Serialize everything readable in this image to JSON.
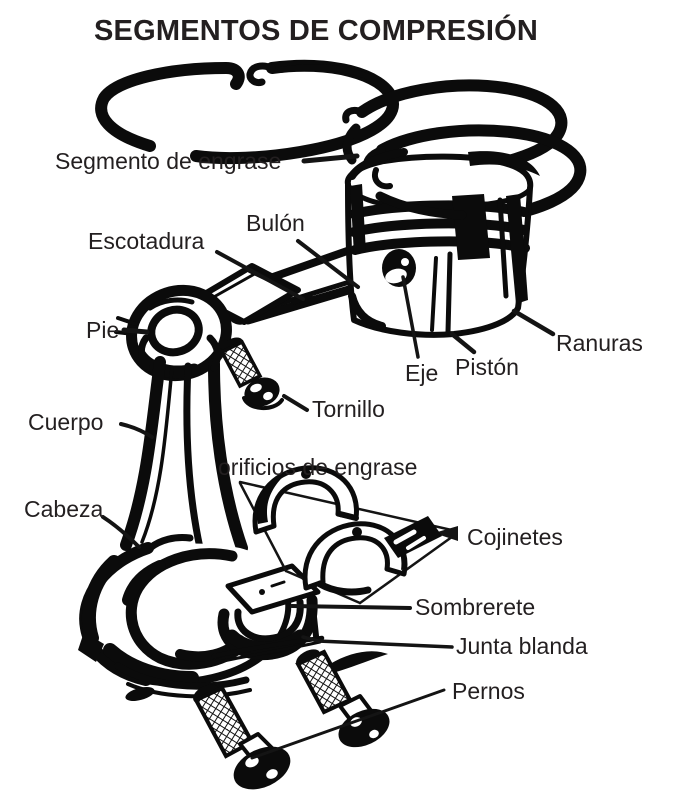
{
  "title": "SEGMENTOS DE COMPRESIÓN",
  "labels": {
    "segmento_engrase": "Segmento de engrase",
    "bulon": "Bulón",
    "escotadura": "Escotadura",
    "pie": "Pie",
    "eje": "Eje",
    "piston": "Pistón",
    "ranuras": "Ranuras",
    "tornillo": "Tornillo",
    "cuerpo": "Cuerpo",
    "orificios_engrase": "orificios de engrase",
    "cabeza": "Cabeza",
    "cojinetes": "Cojinetes",
    "sombrerete": "Sombrerete",
    "junta_blanda": "Junta blanda",
    "pernos": "Pernos"
  },
  "colors": {
    "ink": "#0b0b0b",
    "label_text": "#231f20",
    "background": "#ffffff"
  }
}
